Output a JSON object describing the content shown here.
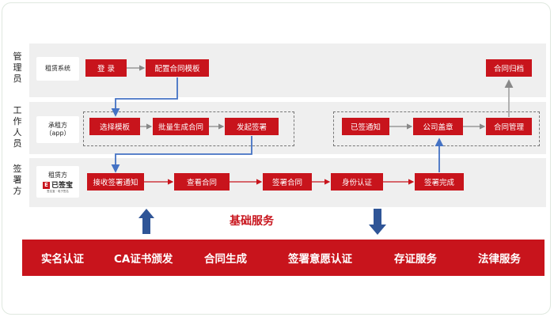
{
  "roles": {
    "admin": "管理员",
    "staff": "工作人员",
    "signer": "签署方"
  },
  "systems": {
    "rental_system": "租赁系统",
    "lessor": "承租方",
    "lessor_app": "（app）",
    "renter": "租赁方",
    "renter_logo_name": "已签宝",
    "renter_logo_sub": "签名宝 · 电子签名"
  },
  "steps": {
    "login": "登 录",
    "config_template": "配置合同模板",
    "archive": "合同归档",
    "select_template": "选择模板",
    "batch_generate": "批量生成合同",
    "initiate_sign": "发起签署",
    "signed_notice": "已签通知",
    "company_seal": "公司盖章",
    "contract_mgmt": "合同管理",
    "receive_notice": "接收签署通知",
    "view_contract": "查看合同",
    "sign_contract": "签署合同",
    "identity_verify": "身份认证",
    "sign_complete": "签署完成"
  },
  "services": {
    "title": "基础服务",
    "items": [
      "实名认证",
      "CA证书颁发",
      "合同生成",
      "签署意愿认证",
      "存证服务",
      "法律服务"
    ]
  },
  "colors": {
    "accent": "#c8141c",
    "arrow_gray": "#888888",
    "arrow_blue": "#4472c4",
    "arrow_navy": "#2f5597"
  }
}
